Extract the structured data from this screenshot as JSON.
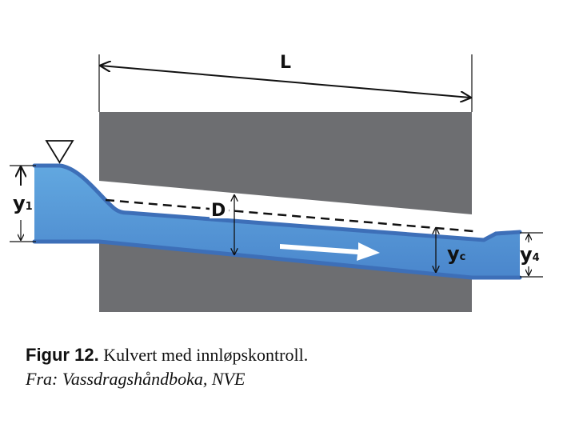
{
  "diagram": {
    "labels": {
      "length": "L",
      "diameter": "D",
      "y1": "y",
      "y1_sub": "1",
      "yc": "y",
      "yc_sub": "c",
      "y4": "y",
      "y4_sub": "4"
    },
    "colors": {
      "culvert": "#6d6e71",
      "water": "#4f94d4",
      "water_edge": "#3d6fb8"
    }
  },
  "caption": {
    "figure_label": "Figur 12.",
    "title": "Kulvert med innløpskontroll.",
    "source": "Fra: Vassdragshåndboka, NVE"
  }
}
